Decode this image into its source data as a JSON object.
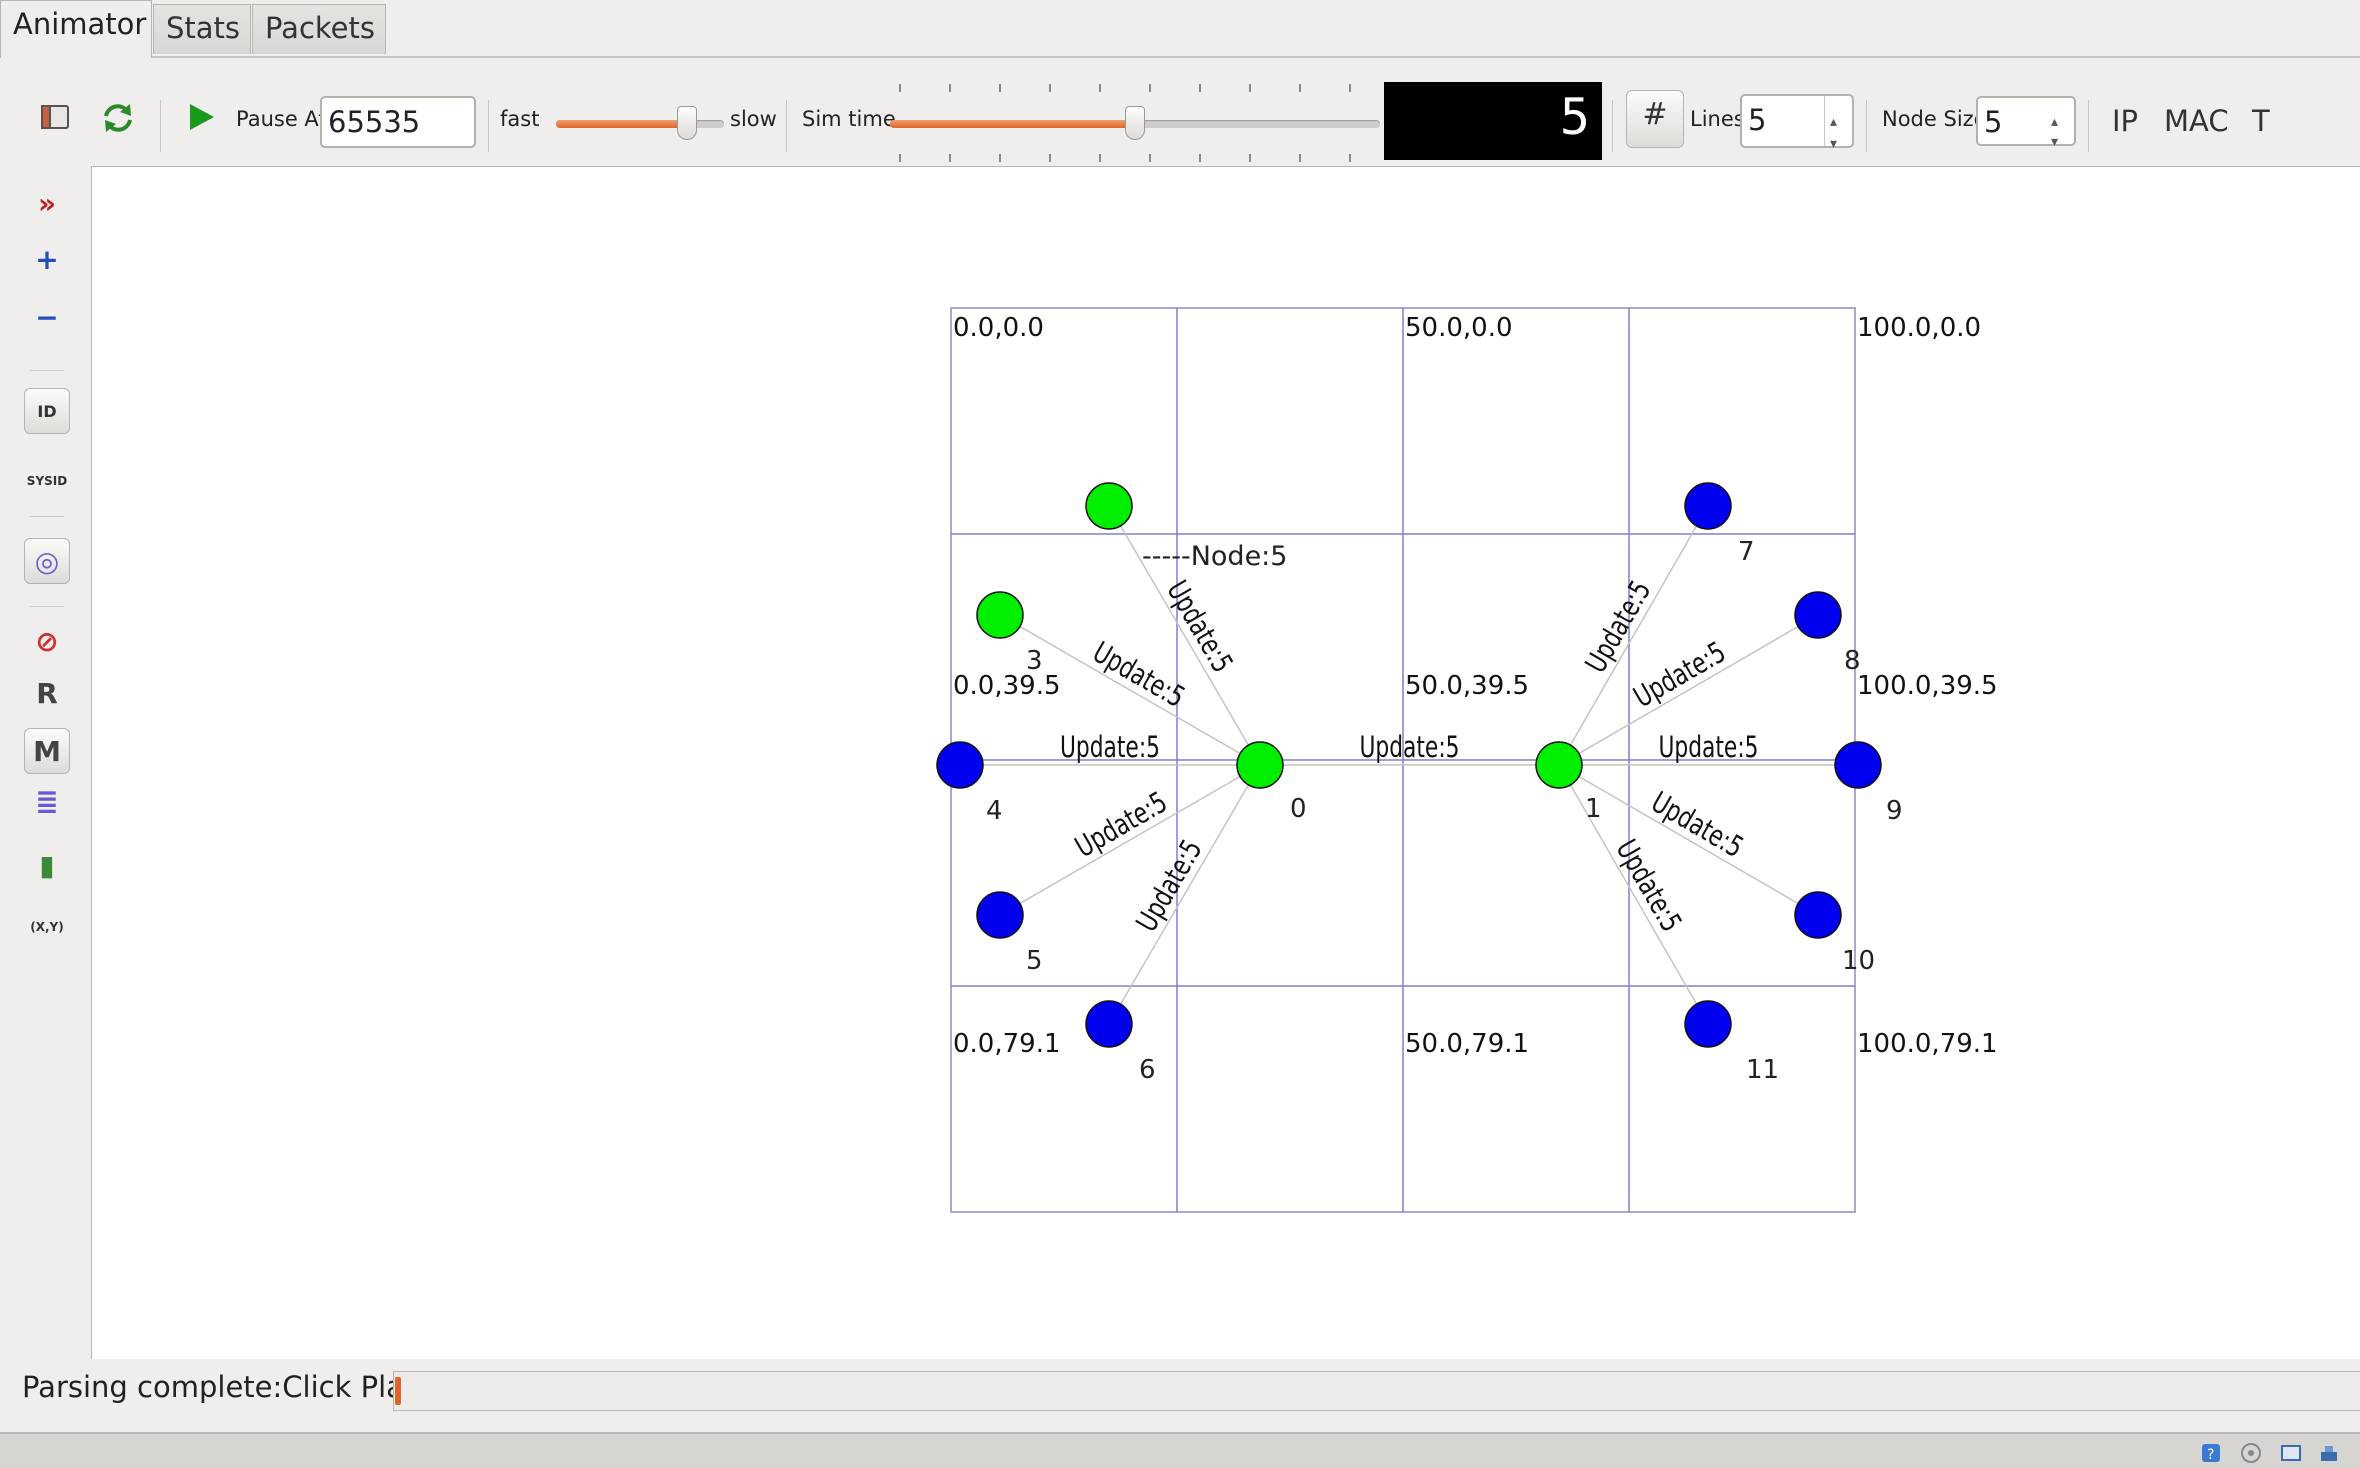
{
  "tabs": [
    {
      "label": "Animator",
      "active": true
    },
    {
      "label": "Stats",
      "active": false
    },
    {
      "label": "Packets",
      "active": false
    }
  ],
  "toolbar": {
    "pause_at_label": "Pause At",
    "pause_at_value": "65535",
    "speed_fast_label": "fast",
    "speed_slow_label": "slow",
    "speed_position": 0.78,
    "sim_time_label": "Sim time",
    "sim_time_position": 0.5,
    "sim_time_display": "5",
    "grid_icon": "grid-hash-icon",
    "lines_label": "Lines",
    "lines_value": "5",
    "node_size_label": "Node Size",
    "node_size_value": "5",
    "ip_label": "IP",
    "mac_label": "MAC",
    "t_label": "T"
  },
  "left_tools": [
    {
      "name": "expand-panel-icon",
      "glyph": "»",
      "color": "#c02020",
      "boxed": false
    },
    {
      "name": "zoom-in-icon",
      "glyph": "+",
      "color": "#2050c0",
      "boxed": false
    },
    {
      "name": "zoom-out-icon",
      "glyph": "−",
      "color": "#2050c0",
      "boxed": false
    },
    {
      "name": "show-node-id-icon",
      "glyph": "ID",
      "color": "#333333",
      "boxed": true
    },
    {
      "name": "show-sysid-icon",
      "glyph": "SYSID",
      "color": "#333333",
      "boxed": false
    },
    {
      "name": "wireless-circles-icon",
      "glyph": "◎",
      "color": "#6a5acd",
      "boxed": true
    },
    {
      "name": "no-entry-icon",
      "glyph": "⊘",
      "color": "#d03030",
      "boxed": false
    },
    {
      "name": "reset-r-icon",
      "glyph": "R",
      "color": "#444444",
      "boxed": false
    },
    {
      "name": "mobility-m-icon",
      "glyph": "M",
      "color": "#444444",
      "boxed": true
    },
    {
      "name": "lines-list-icon",
      "glyph": "≣",
      "color": "#6a5acd",
      "boxed": false
    },
    {
      "name": "battery-icon",
      "glyph": "▮",
      "color": "#3a8a3a",
      "boxed": false
    },
    {
      "name": "xy-cursor-icon",
      "glyph": "(X,Y)",
      "color": "#333333",
      "boxed": false
    }
  ],
  "grid": {
    "corner_labels": [
      "0.0,0.0",
      "50.0,0.0",
      "100.0,0.0",
      "0.0,39.5",
      "50.0,39.5",
      "100.0,39.5",
      "0.0,79.1",
      "50.0,79.1",
      "100.0,79.1"
    ],
    "line_color": "#7f7fcf"
  },
  "nodes": [
    {
      "id": "0",
      "color": "#00ee00"
    },
    {
      "id": "1",
      "color": "#00ee00"
    },
    {
      "id": "",
      "color": "#00ee00"
    },
    {
      "id": "3",
      "color": "#00ee00"
    },
    {
      "id": "4",
      "color": "#0000ee"
    },
    {
      "id": "5",
      "color": "#0000ee"
    },
    {
      "id": "6",
      "color": "#0000ee"
    },
    {
      "id": "7",
      "color": "#0000ee"
    },
    {
      "id": "8",
      "color": "#0000ee"
    },
    {
      "id": "9",
      "color": "#0000ee"
    },
    {
      "id": "10",
      "color": "#0000ee"
    },
    {
      "id": "11",
      "color": "#0000ee"
    }
  ],
  "node_annotation": "-----Node:5",
  "links": [
    {
      "from": "0",
      "to": "2",
      "label": "Update:5"
    },
    {
      "from": "0",
      "to": "3",
      "label": "Update:5"
    },
    {
      "from": "0",
      "to": "4",
      "label": "Update:5"
    },
    {
      "from": "0",
      "to": "5",
      "label": "Update:5"
    },
    {
      "from": "0",
      "to": "6",
      "label": "Update:5"
    },
    {
      "from": "0",
      "to": "1",
      "label": "Update:5"
    },
    {
      "from": "1",
      "to": "7",
      "label": "Update:5"
    },
    {
      "from": "1",
      "to": "8",
      "label": "Update:5"
    },
    {
      "from": "1",
      "to": "9",
      "label": "Update:5"
    },
    {
      "from": "1",
      "to": "10",
      "label": "Update:5"
    },
    {
      "from": "1",
      "to": "11",
      "label": "Update:5"
    }
  ],
  "status": {
    "message": "Parsing complete:Click Play"
  }
}
